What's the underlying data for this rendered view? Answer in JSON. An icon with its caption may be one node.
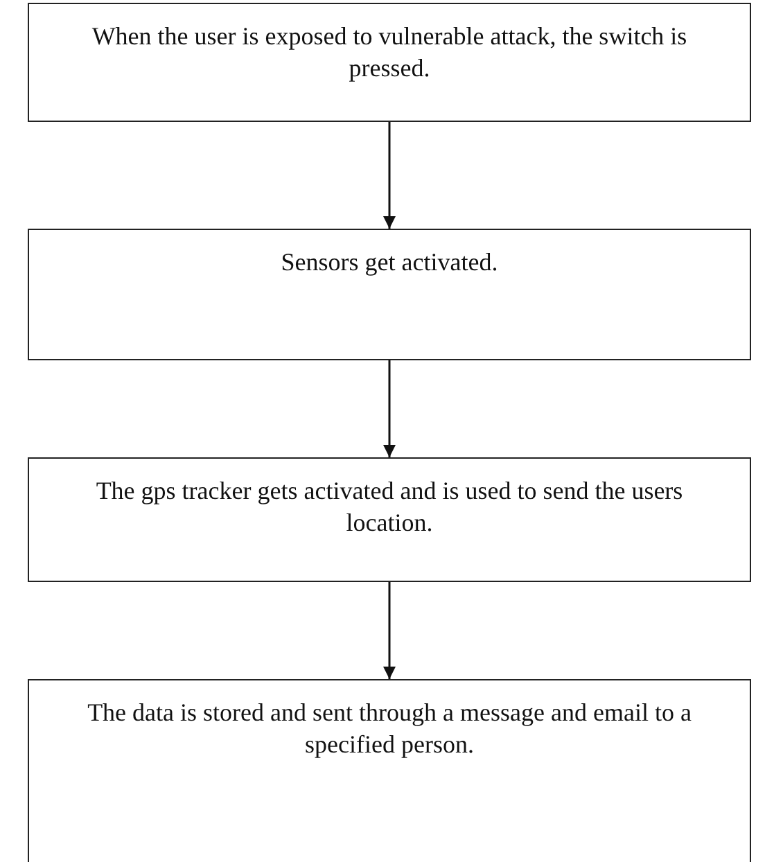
{
  "diagram": {
    "nodes": [
      {
        "text": [
          "When the user is exposed to vulnerable attack, the switch is pressed."
        ]
      },
      {
        "text": [
          "Sensors get activated."
        ]
      },
      {
        "text": [
          "The gps tracker gets activated and is used to send the users location."
        ]
      },
      {
        "text": [
          "The data is stored and sent through a message and email to a specified person."
        ]
      }
    ],
    "edges": [
      {
        "from": 0,
        "to": 1,
        "arrow": "to"
      },
      {
        "from": 1,
        "to": 2,
        "arrow": "to"
      },
      {
        "from": 2,
        "to": 3,
        "arrow": "to"
      }
    ]
  }
}
